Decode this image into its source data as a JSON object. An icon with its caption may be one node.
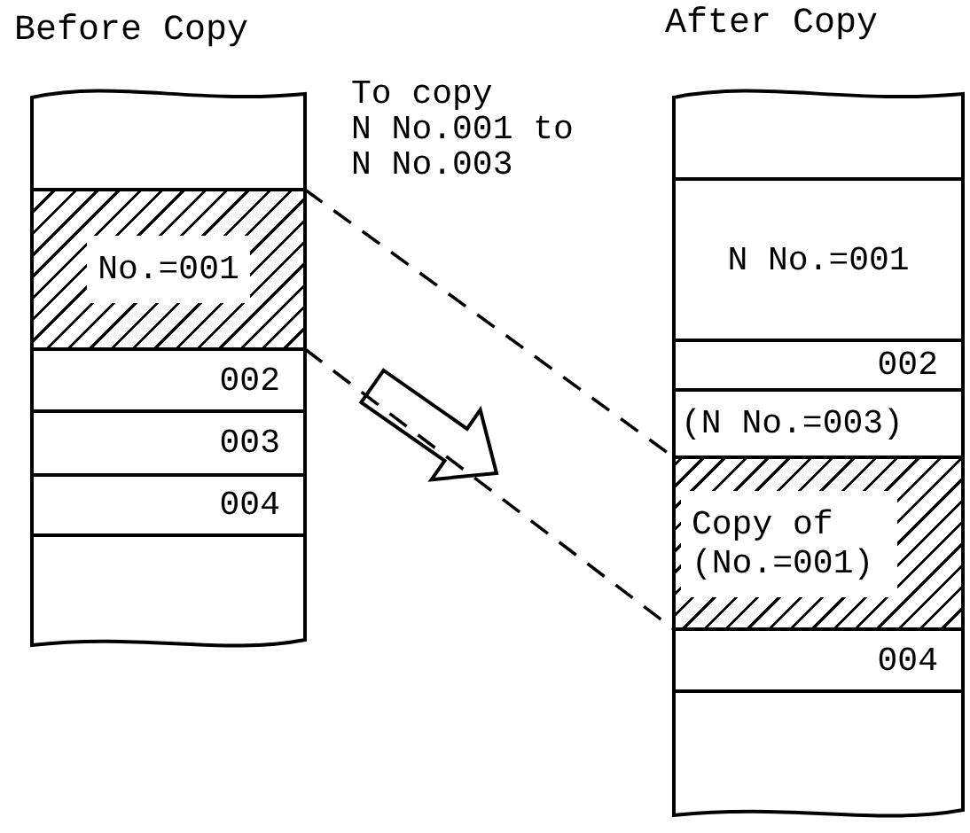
{
  "diagram": {
    "nodes": [
      {
        "text": [
          "Before Copy"
        ]
      },
      {
        "text": [],
        "shape": "box",
        "in": 0
      },
      {
        "text": [
          "No.=001"
        ],
        "in": 0
      },
      {
        "text": [
          "002"
        ],
        "in": 0
      },
      {
        "text": [
          "003"
        ],
        "in": 0
      },
      {
        "text": [
          "004"
        ],
        "in": 0
      },
      {
        "text": [],
        "shape": "box",
        "in": 0
      },
      {
        "text": [
          "After Copy"
        ]
      },
      {
        "text": [],
        "shape": "box",
        "in": 7
      },
      {
        "text": [
          "N No.=001"
        ],
        "in": 7
      },
      {
        "text": [
          "002"
        ],
        "in": 7
      },
      {
        "text": [
          "(N No.=003)"
        ],
        "in": 7
      },
      {
        "text": [
          "Copy of (No.=001)"
        ],
        "in": 7
      },
      {
        "text": [
          "004"
        ],
        "in": 7
      },
      {
        "text": [],
        "shape": "box",
        "in": 7
      }
    ],
    "edges": [
      {
        "from": 2,
        "to": 12,
        "arrow": "none",
        "style": "dashed"
      },
      {
        "from": 2,
        "to": 12,
        "arrow": "none",
        "style": "dashed"
      }
    ],
    "labels": [
      "To copy",
      "N No.001 to",
      "N No.003"
    ]
  }
}
